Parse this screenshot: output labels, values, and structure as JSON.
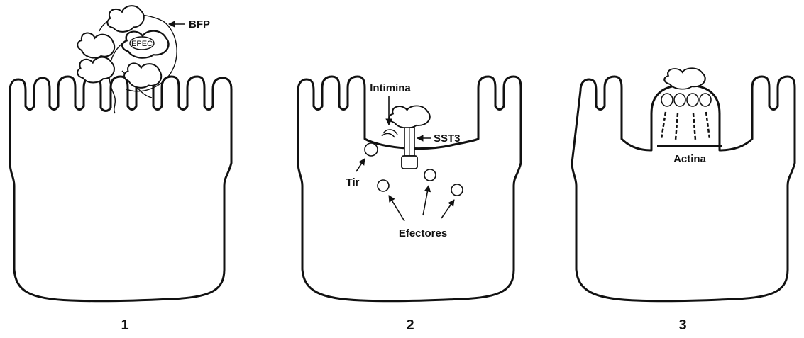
{
  "panels": [
    {
      "number": "1",
      "labels": {
        "bfp": "BFP",
        "epec": "EPEC"
      }
    },
    {
      "number": "2",
      "labels": {
        "intimina": "Intimina",
        "sst3": "SST3",
        "tir": "Tir",
        "efectores": "Efectores"
      }
    },
    {
      "number": "3",
      "labels": {
        "actina": "Actina"
      }
    }
  ],
  "colors": {
    "line": "#111111",
    "background": "#ffffff"
  }
}
